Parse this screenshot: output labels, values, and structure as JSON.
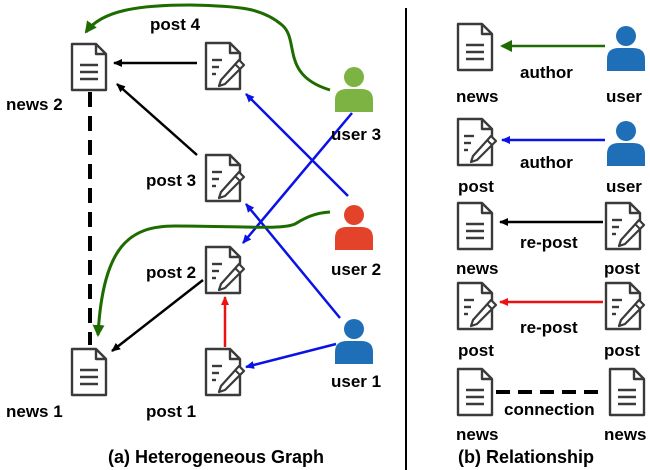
{
  "left_panel": {
    "nodes": {
      "news_2": "news 2",
      "news_1": "news 1",
      "post_4": "post 4",
      "post_3": "post 3",
      "post_2": "post 2",
      "post_1": "post 1",
      "user_3": "user 3",
      "user_2": "user 2",
      "user_1": "user 1"
    },
    "caption": "(a) Heterogeneous Graph"
  },
  "right_panel": {
    "rows": [
      {
        "left_label": "news",
        "edge_label": "author",
        "right_label": "user",
        "color": "#1e6b00"
      },
      {
        "left_label": "post",
        "edge_label": "author",
        "right_label": "user",
        "color": "#0a12e6"
      },
      {
        "left_label": "news",
        "edge_label": "re-post",
        "right_label": "post",
        "color": "#000000"
      },
      {
        "left_label": "post",
        "edge_label": "re-post",
        "right_label": "post",
        "color": "#ee1111"
      },
      {
        "left_label": "news",
        "edge_label": "connection",
        "right_label": "news",
        "color": "#000000"
      }
    ],
    "caption": "(b) Relationship"
  },
  "colors": {
    "user_green": "#7cb342",
    "user_red": "#e2432a",
    "user_blue": "#1f6fb8",
    "edge_green": "#1e6b00",
    "edge_blue": "#0a12e6",
    "edge_red": "#ee1111",
    "edge_black": "#000000",
    "icon_stroke": "#3a3a3a"
  },
  "icons": {
    "news": "news-document-icon",
    "post": "post-pencil-icon",
    "user": "user-person-icon"
  }
}
